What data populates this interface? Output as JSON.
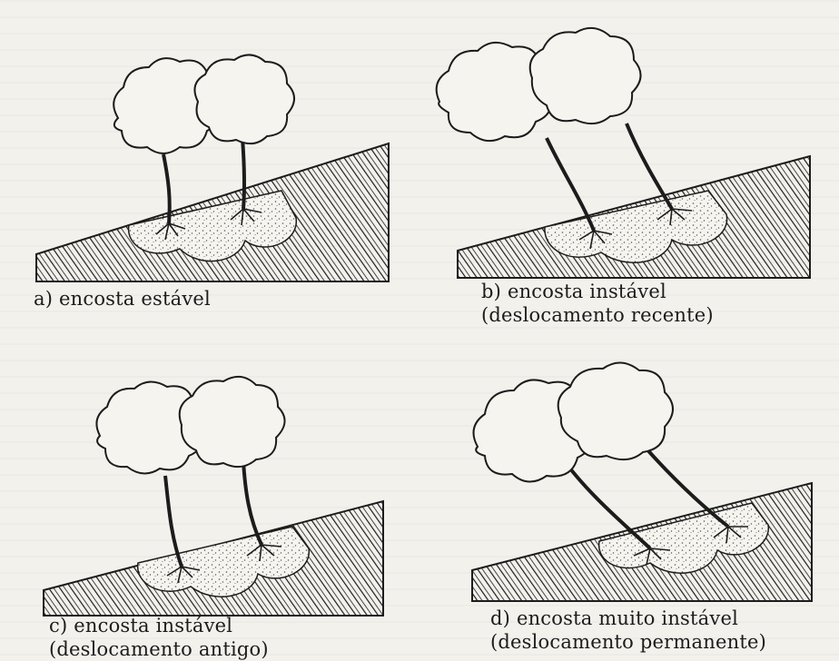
{
  "figure": {
    "panels": [
      {
        "id": "a",
        "label": "a)",
        "caption_line1": "encosta estável",
        "caption_line2": ""
      },
      {
        "id": "b",
        "label": "b)",
        "caption_line1": "encosta instável",
        "caption_line2": "(deslocamento recente)"
      },
      {
        "id": "c",
        "label": "c)",
        "caption_line1": "encosta instável",
        "caption_line2": "(deslocamento antigo)"
      },
      {
        "id": "d",
        "label": "d)",
        "caption_line1": "encosta muito instável",
        "caption_line2": "(deslocamento permanente)"
      }
    ]
  },
  "colors": {
    "ink": "#1c1c1c",
    "paper": "#f3f1ec",
    "soil_stipple": "#5a5a5a"
  },
  "icons": [
    "tree-icon",
    "slope-hatch",
    "root-ball"
  ]
}
